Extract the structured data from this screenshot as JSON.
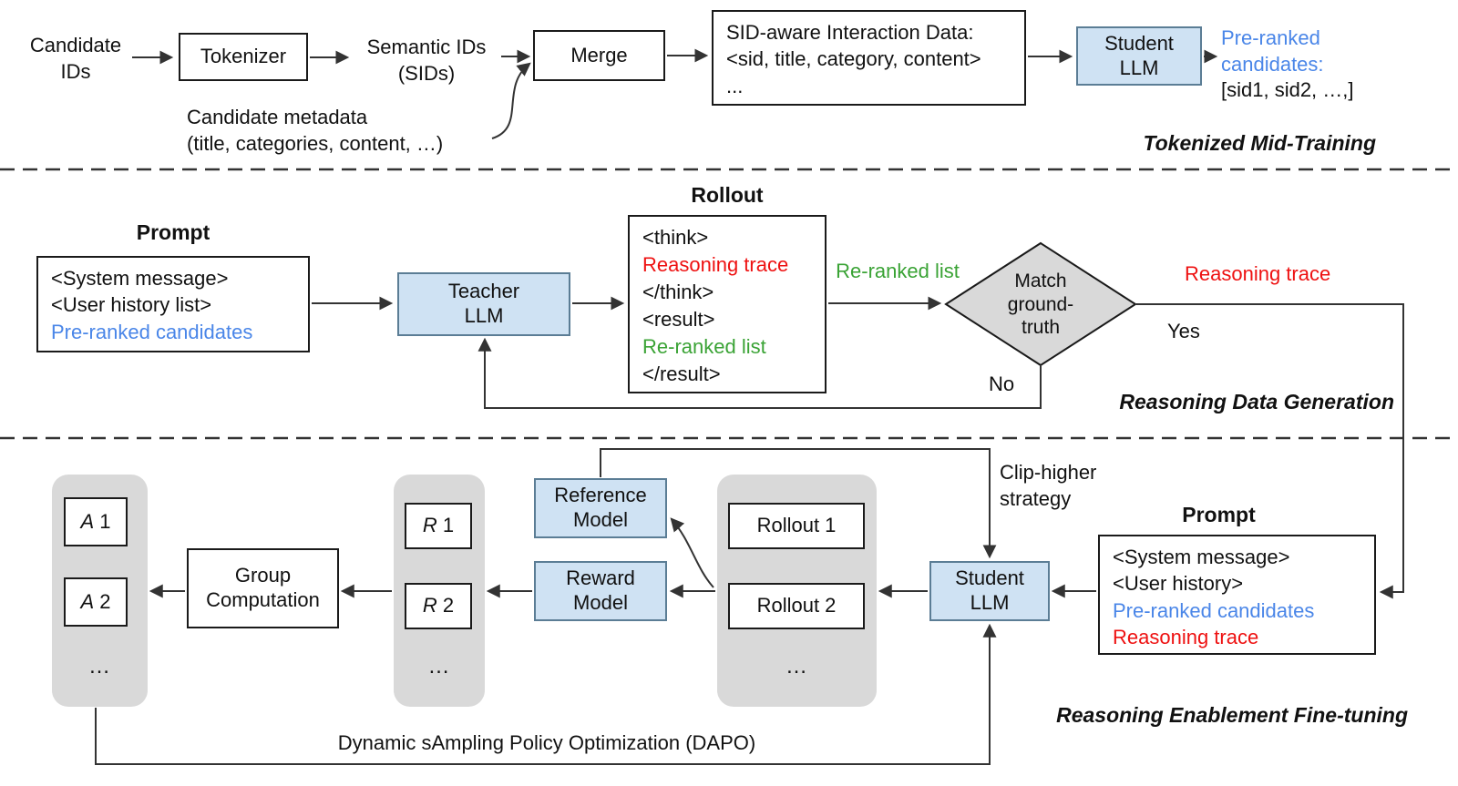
{
  "colors": {
    "blue_text": "#4a86e8",
    "red_text": "#ee1111",
    "green_text": "#3aa335",
    "box_blue_fill": "#cfe2f3",
    "box_blue_border": "#5b7d95",
    "group_gray": "#d9d9d9",
    "line_color": "#333333"
  },
  "sections": {
    "top_title": "Tokenized Mid-Training",
    "middle_title": "Reasoning Data Generation",
    "bottom_title": "Reasoning Enablement Fine-tuning"
  },
  "top": {
    "candidate_ids": "Candidate IDs",
    "tokenizer": "Tokenizer",
    "semantic_ids": "Semantic IDs (SIDs)",
    "metadata_line1": "Candidate metadata",
    "metadata_line2": "(title, categories, content, …)",
    "merge": "Merge",
    "sid_line1": "SID-aware Interaction Data:",
    "sid_line2": "<sid, title, category, content>",
    "sid_line3": "...",
    "student_llm": "Student LLM",
    "preranked_blue": "Pre-ranked candidates:",
    "preranked_rest": "[sid1, sid2, …,]"
  },
  "middle": {
    "prompt_title": "Prompt",
    "prompt_line1": "<System message>",
    "prompt_line2": "<User history list>",
    "prompt_line3": "Pre-ranked candidates",
    "teacher_llm": "Teacher LLM",
    "rollout_title": "Rollout",
    "rollout_line1": "<think>",
    "rollout_line2": "Reasoning trace",
    "rollout_line3": "</think>",
    "rollout_line4": "<result>",
    "rollout_line5": "Re-ranked list",
    "rollout_line6": "</result>",
    "reranked_label": "Re-ranked list",
    "diamond_label": "Match ground-truth",
    "yes_label": "Yes",
    "no_label": "No",
    "reasoning_trace_label": "Reasoning trace"
  },
  "bottom": {
    "a_items": [
      {
        "v": "A",
        "n": "1"
      },
      {
        "v": "A",
        "n": "2"
      }
    ],
    "a_more": "…",
    "group_computation": "Group Computation",
    "r_items": [
      {
        "v": "R",
        "n": "1"
      },
      {
        "v": "R",
        "n": "2"
      }
    ],
    "r_more": "…",
    "reference_model": "Reference Model",
    "reward_model": "Reward Model",
    "rollouts": [
      "Rollout 1",
      "Rollout 2"
    ],
    "rollouts_more": "…",
    "student_llm": "Student LLM",
    "clip_higher": "Clip-higher strategy",
    "prompt_title": "Prompt",
    "prompt_line1": "<System message>",
    "prompt_line2": "<User history>",
    "prompt_line3": "Pre-ranked candidates",
    "prompt_line4": "Reasoning trace",
    "dapo": "Dynamic sAmpling Policy Optimization (DAPO)"
  }
}
